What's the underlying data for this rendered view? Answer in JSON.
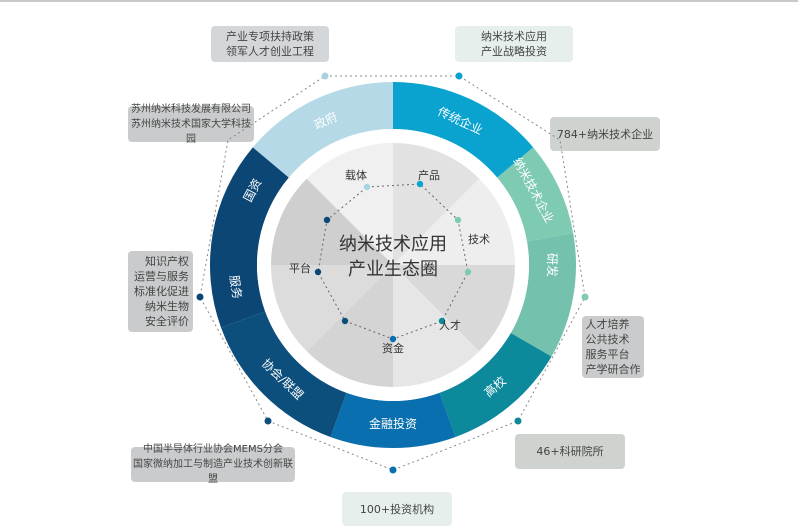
{
  "center_title": [
    "纳米技术应用",
    "产业生态圈"
  ],
  "inner": [
    "载体",
    "产品",
    "技术",
    "人才",
    "资金",
    "平台"
  ],
  "ring": [
    "政府",
    "传统企业",
    "纳米技术企业",
    "研发",
    "高校",
    "金融投资",
    "协会/联盟",
    "服务",
    "国资"
  ],
  "boxes": {
    "top_left": "产业专项扶持政策\n领军人才创业工程",
    "top_right": "纳米技术应用\n产业战略投资",
    "left_upper": "苏州纳米科技发展有限公司\n苏州纳米技术国家大学科技园",
    "right_upper": "784+纳米技术企业",
    "left_mid": "知识产权\n运营与服务\n标准化促进\n纳米生物\n安全评价",
    "right_mid": "人才培养\n公共技术\n服务平台\n产学研合作",
    "left_lower": "中国半导体行业协会MEMS分会\n国家微纳加工与制造产业技术创新联盟",
    "right_lower": "46+科研院所",
    "bottom": "100+投资机构"
  },
  "colors": {
    "gov": "#b5d9e6",
    "trad": "#0aa2cf",
    "green1": "#7ecab3",
    "green2": "#74c2ad",
    "uni": "#0c8a9c",
    "fin": "#0a6fae",
    "assoc": "#0c4e7c",
    "serv": "#0b4675"
  }
}
